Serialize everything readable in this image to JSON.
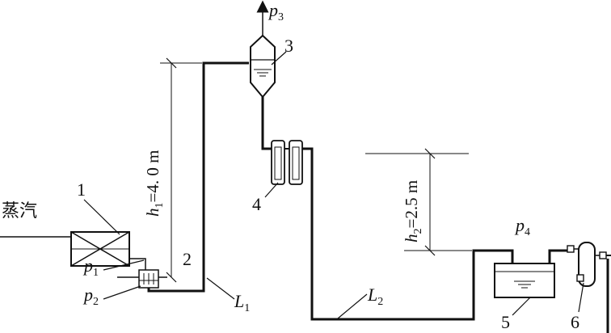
{
  "steam_label": "蒸汽",
  "components": [
    {
      "id": "1",
      "label": "1"
    },
    {
      "id": "2",
      "label": "2"
    },
    {
      "id": "3",
      "label": "3"
    },
    {
      "id": "4",
      "label": "4"
    },
    {
      "id": "5",
      "label": "5"
    },
    {
      "id": "6",
      "label": "6"
    }
  ],
  "pressures": {
    "p1": {
      "base": "p",
      "sub": "1"
    },
    "p2": {
      "base": "p",
      "sub": "2"
    },
    "p3": {
      "base": "p",
      "sub": "3"
    },
    "p4": {
      "base": "p",
      "sub": "4"
    }
  },
  "pipes": {
    "L1": {
      "base": "L",
      "sub": "1"
    },
    "L2": {
      "base": "L",
      "sub": "2"
    }
  },
  "heights": {
    "h1": {
      "base": "h",
      "sub": "1",
      "value": "=4. 0 m"
    },
    "h2": {
      "base": "h",
      "sub": "2",
      "value": "=2.5 m"
    }
  }
}
